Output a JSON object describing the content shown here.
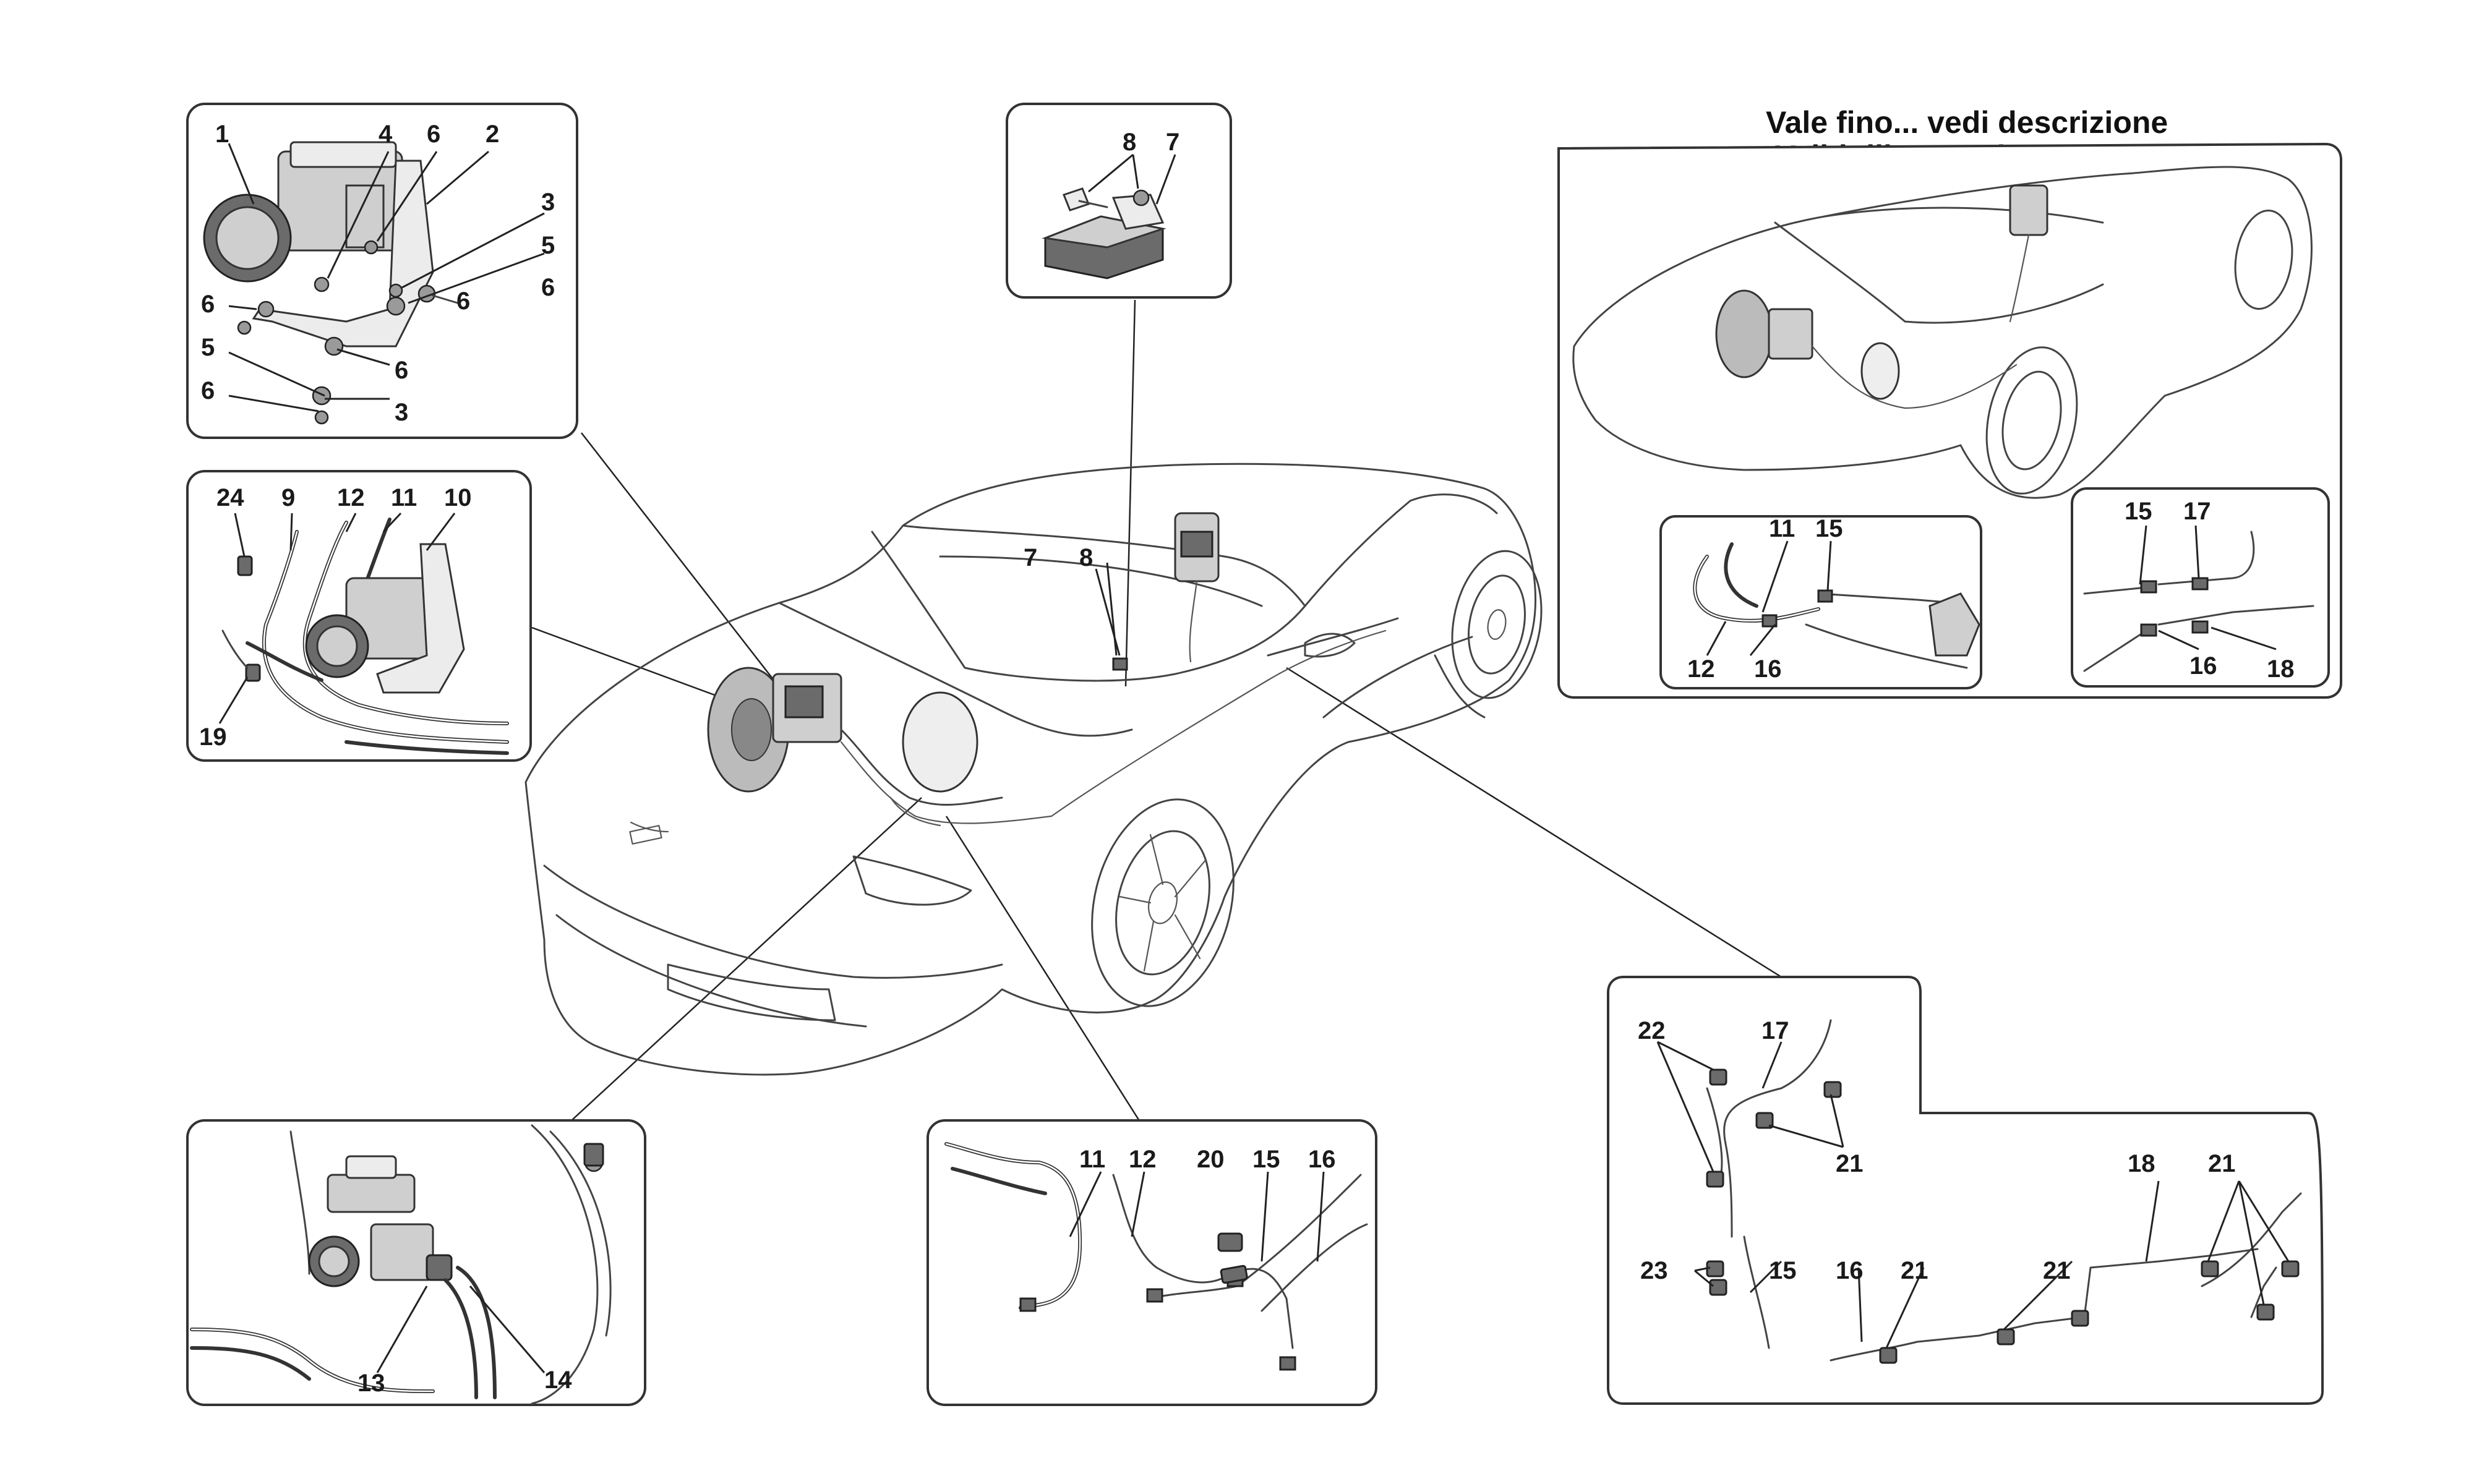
{
  "note": {
    "line1": "Vale fino... vedi descrizione",
    "line2": "Valid till... see description"
  },
  "labels": {
    "p1": [
      "1",
      "2",
      "3",
      "3",
      "4",
      "5",
      "5",
      "6",
      "6",
      "6",
      "6",
      "6",
      "6"
    ],
    "p2": [
      "24",
      "9",
      "12",
      "11",
      "10",
      "19"
    ],
    "p3": [
      "8",
      "7"
    ],
    "p4": [
      "11",
      "15",
      "12",
      "16"
    ],
    "p5": [
      "15",
      "17",
      "16",
      "18"
    ],
    "p6": [
      "13",
      "14"
    ],
    "p7": [
      "11",
      "12",
      "20",
      "15",
      "16"
    ],
    "p8": [
      "22",
      "17",
      "21",
      "23",
      "15",
      "16",
      "21",
      "21",
      "18",
      "21"
    ],
    "car": [
      "7",
      "8"
    ]
  }
}
